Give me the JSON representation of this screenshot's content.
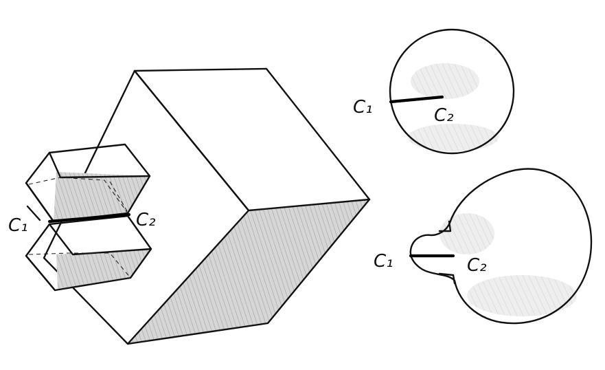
{
  "figure": {
    "colors": {
      "ink": "#111111",
      "paper": "#ffffff",
      "shade_dark": "#c9c9c9",
      "shade_light": "#e4e4e4"
    },
    "labels": {
      "cube_c1": "C₁",
      "cube_c2": "C₂",
      "ball_c1": "C₁",
      "ball_c2": "C₂",
      "pinched_c1": "C₁",
      "pinched_c2": "C₂"
    }
  }
}
